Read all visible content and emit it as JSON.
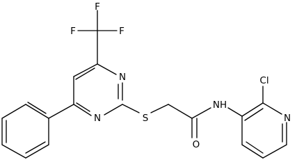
{
  "molecule": {
    "atoms": {
      "F1": "F",
      "F2": "F",
      "F3": "F",
      "N_ring_top": "N",
      "N_ring_bottom": "N",
      "S": "S",
      "O": "O",
      "NH_label": "NH",
      "Cl": "Cl",
      "N_pyridine": "N"
    }
  },
  "colors": {
    "bond": "#000000",
    "text": "#000000",
    "background": "#ffffff"
  }
}
